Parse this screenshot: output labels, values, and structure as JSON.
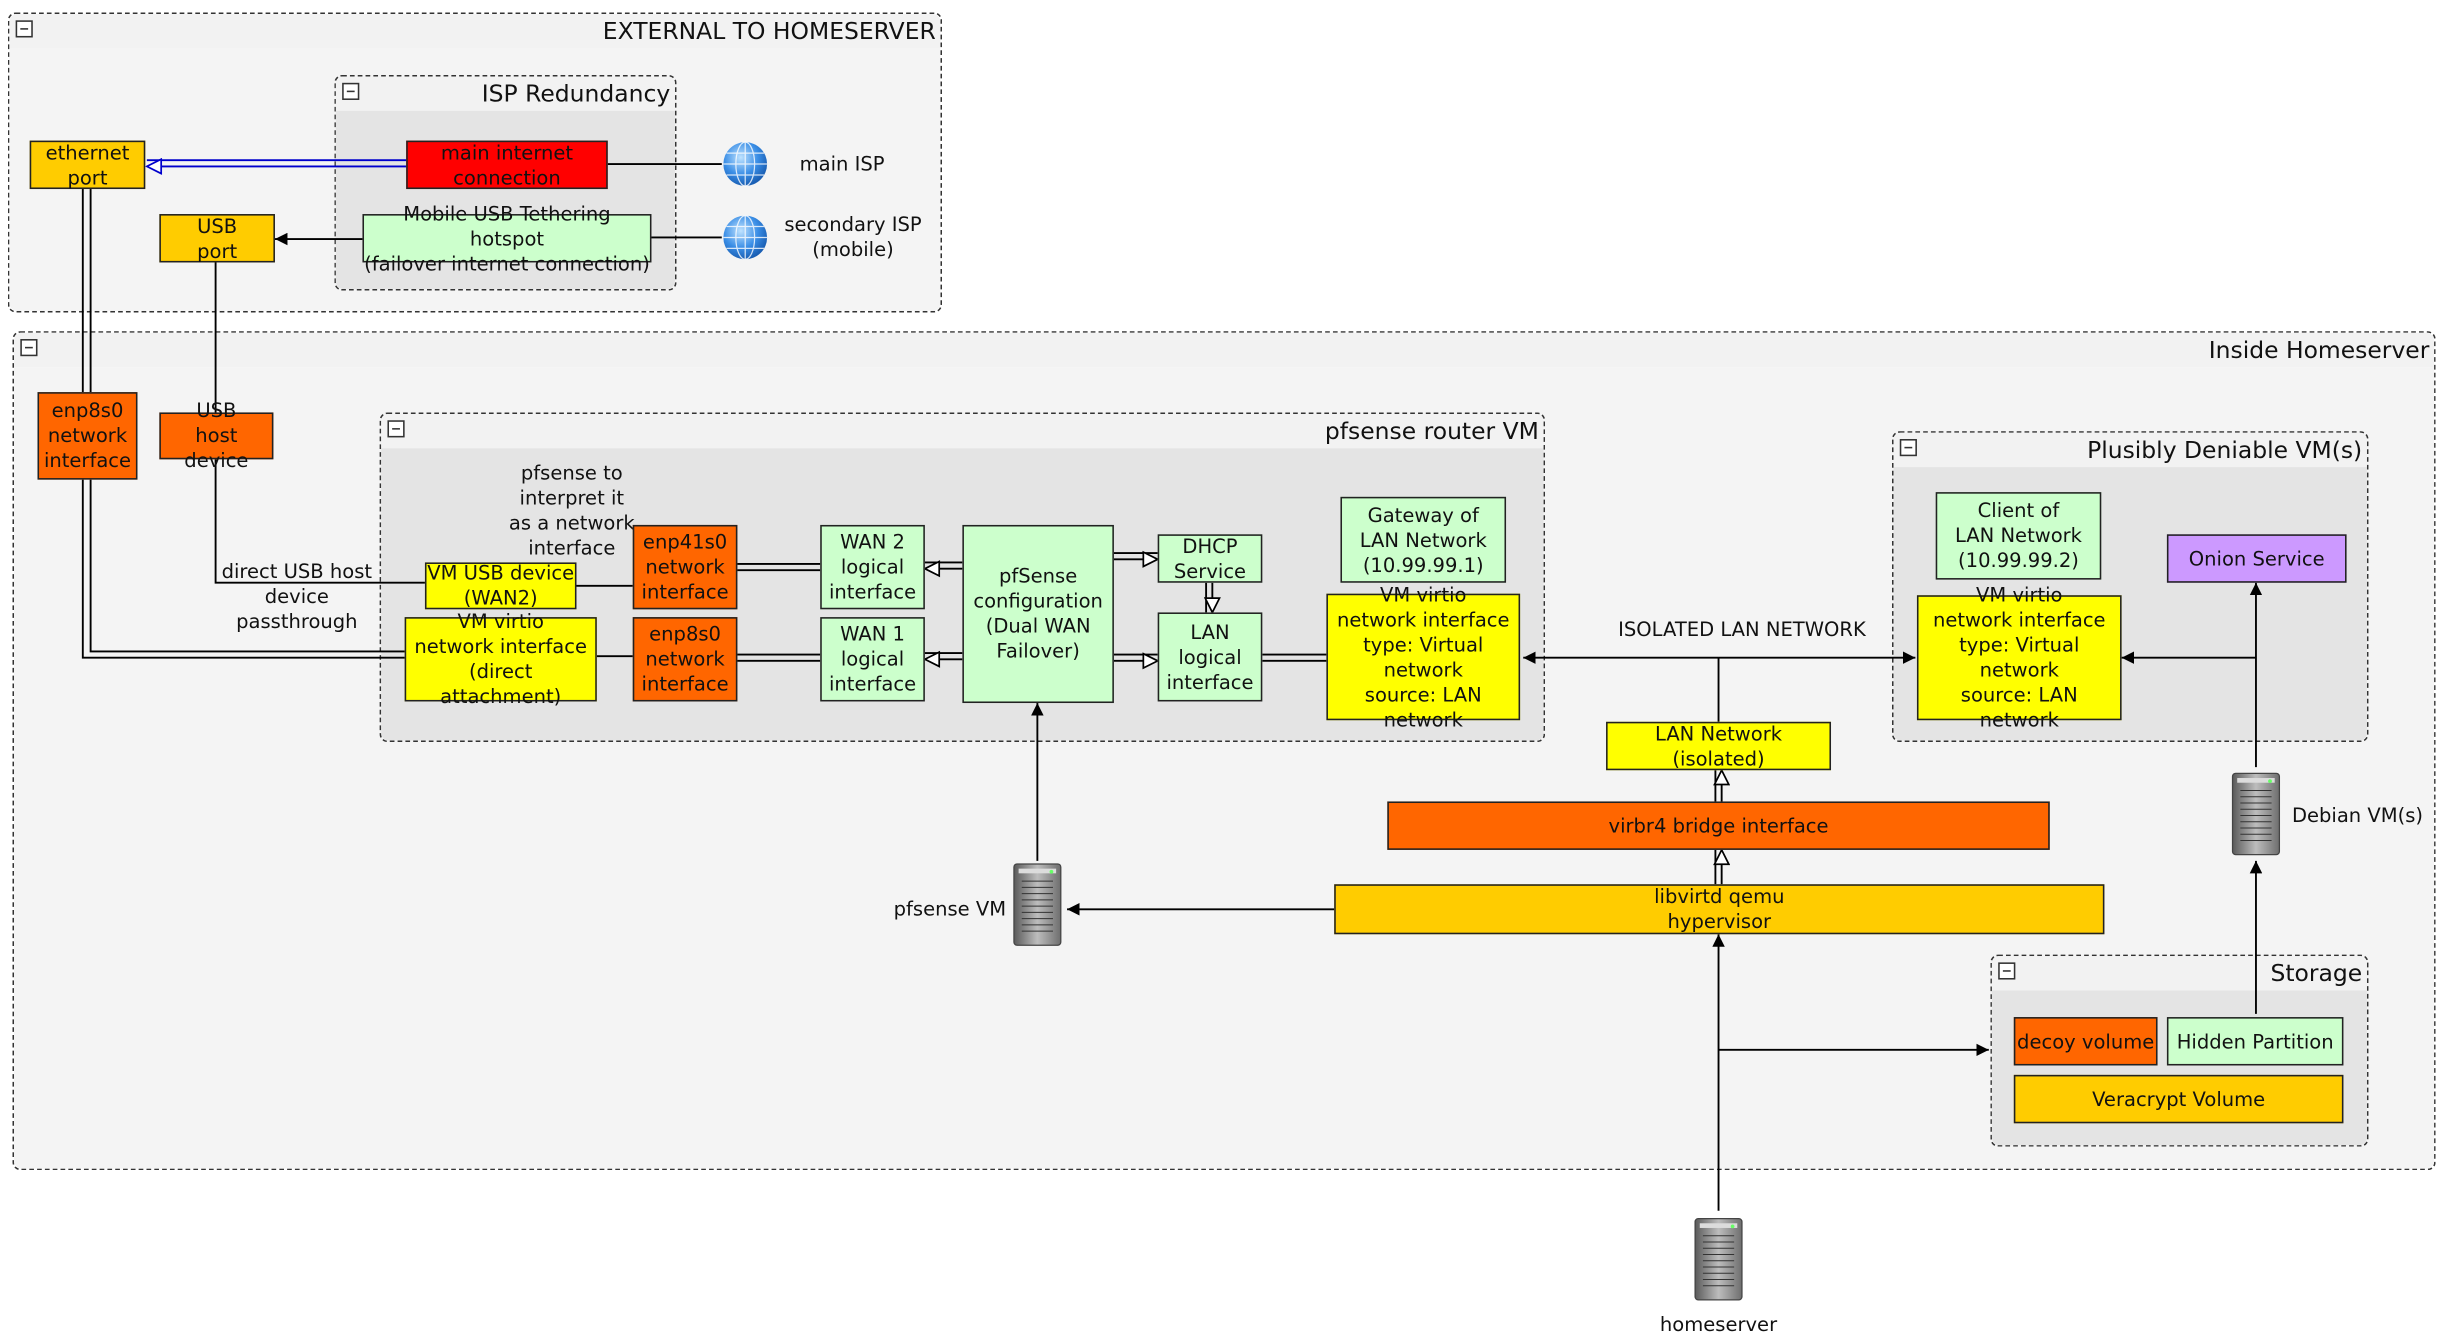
{
  "groups": {
    "external": "EXTERNAL TO HOMESERVER",
    "isp": "ISP Redundancy",
    "inside": "Inside Homeserver",
    "pfsense_vm": "pfsense router VM",
    "deniable": "Plusibly Deniable VM(s)",
    "storage": "Storage"
  },
  "nodes": {
    "ethernet_port": "ethernet\nport",
    "usb_port": "USB\nport",
    "main_internet": "main internet\nconnection",
    "mobile_usb": "Mobile USB Tethering hotspot\n(failover internet connection)",
    "main_isp": "main ISP",
    "secondary_isp": "secondary ISP\n(mobile)",
    "enp8s0_host": "enp8s0\nnetwork\ninterface",
    "usb_host_device": "USB\nhost device",
    "pfsense_note": "pfsense to\ninterpret it\nas a network\ninterface",
    "usb_passthrough": "direct USB host\ndevice passthrough",
    "vm_usb_device": "VM USB device\n(WAN2)",
    "vm_virtio_direct": "VM virtio\nnetwork interface\n(direct attachment)",
    "enp41s0": "enp41s0\nnetwork\ninterface",
    "enp8s0_vm": "enp8s0\nnetwork\ninterface",
    "wan2": "WAN 2\nlogical\ninterface",
    "wan1": "WAN 1\nlogical\ninterface",
    "pfsense_config": "pfSense\nconfiguration\n(Dual WAN\nFailover)",
    "dhcp": "DHCP\nService",
    "lan_logical": "LAN\nlogical\ninterface",
    "gateway": "Gateway of\nLAN Network\n(10.99.99.1)",
    "vm_virtio_lan_pf": "VM virtio\nnetwork interface\ntype: Virtual network\nsource: LAN network",
    "isolated_lan": "ISOLATED LAN NETWORK",
    "client": "Client of\nLAN Network\n(10.99.99.2)",
    "onion": "Onion Service",
    "vm_virtio_lan_deb": "VM virtio\nnetwork interface\ntype: Virtual network\nsource: LAN network",
    "lan_network": "LAN Network (isolated)",
    "virbr4": "virbr4 bridge interface",
    "libvirtd": "libvirtd qemu\nhypervisor",
    "pfsense_vm_label": "pfsense VM",
    "debian_vm_label": "Debian VM(s)",
    "decoy": "decoy volume",
    "hidden": "Hidden Partition",
    "veracrypt": "Veracrypt Volume",
    "homeserver": "homeserver"
  },
  "colors": {
    "orange": "#ff6600",
    "gold": "#ffcc00",
    "yellow": "#ffff00",
    "red": "#ff0000",
    "mint": "#ccffcc",
    "lavender": "#cc99ff",
    "group_body": "#e4e4e4",
    "outer_body": "#f4f4f4",
    "header": "#f2f2f2",
    "blue_link": "#0000cc"
  },
  "icons": {
    "isp": "globe-icon",
    "vm": "server-icon"
  }
}
